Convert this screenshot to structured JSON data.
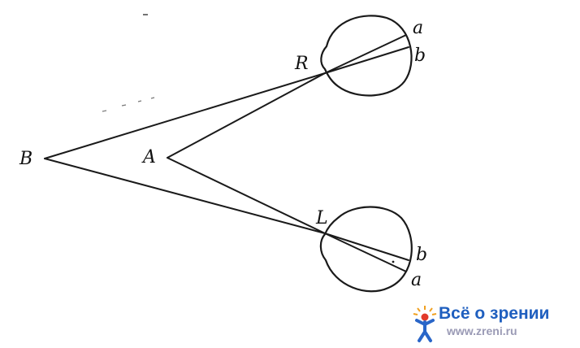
{
  "diagram": {
    "labels": {
      "B": "B",
      "A": "A",
      "R": "R",
      "L": "L",
      "right_eye_a": "a",
      "right_eye_b": "b",
      "left_eye_b": "b",
      "left_eye_a": "a"
    }
  },
  "watermark": {
    "title": "Всё о зрении",
    "url": "www.zreni.ru",
    "title_color": "#1f5fbf",
    "url_color": "#9a9ab5",
    "icon": "person-eye-icon"
  }
}
